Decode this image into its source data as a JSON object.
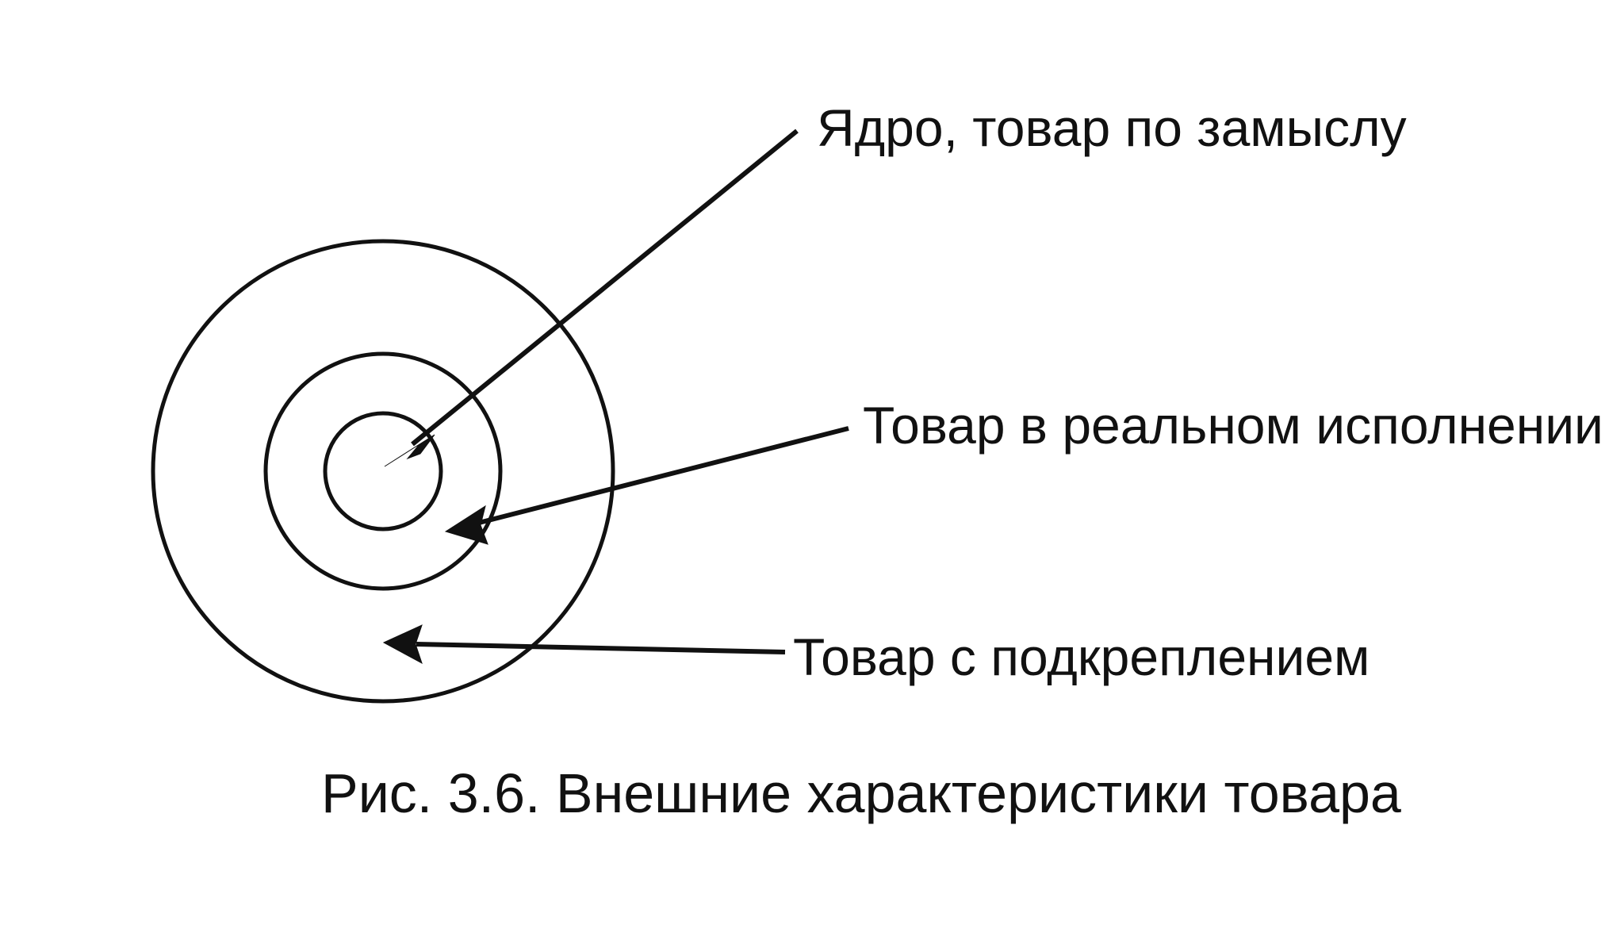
{
  "diagram": {
    "labels": {
      "core": "Ядро, товар по замыслу",
      "actual": "Товар в реальном исполнении",
      "augmented": "Товар с подкреплением"
    },
    "caption": "Рис. 3.6. Внешние характеристики товара"
  }
}
